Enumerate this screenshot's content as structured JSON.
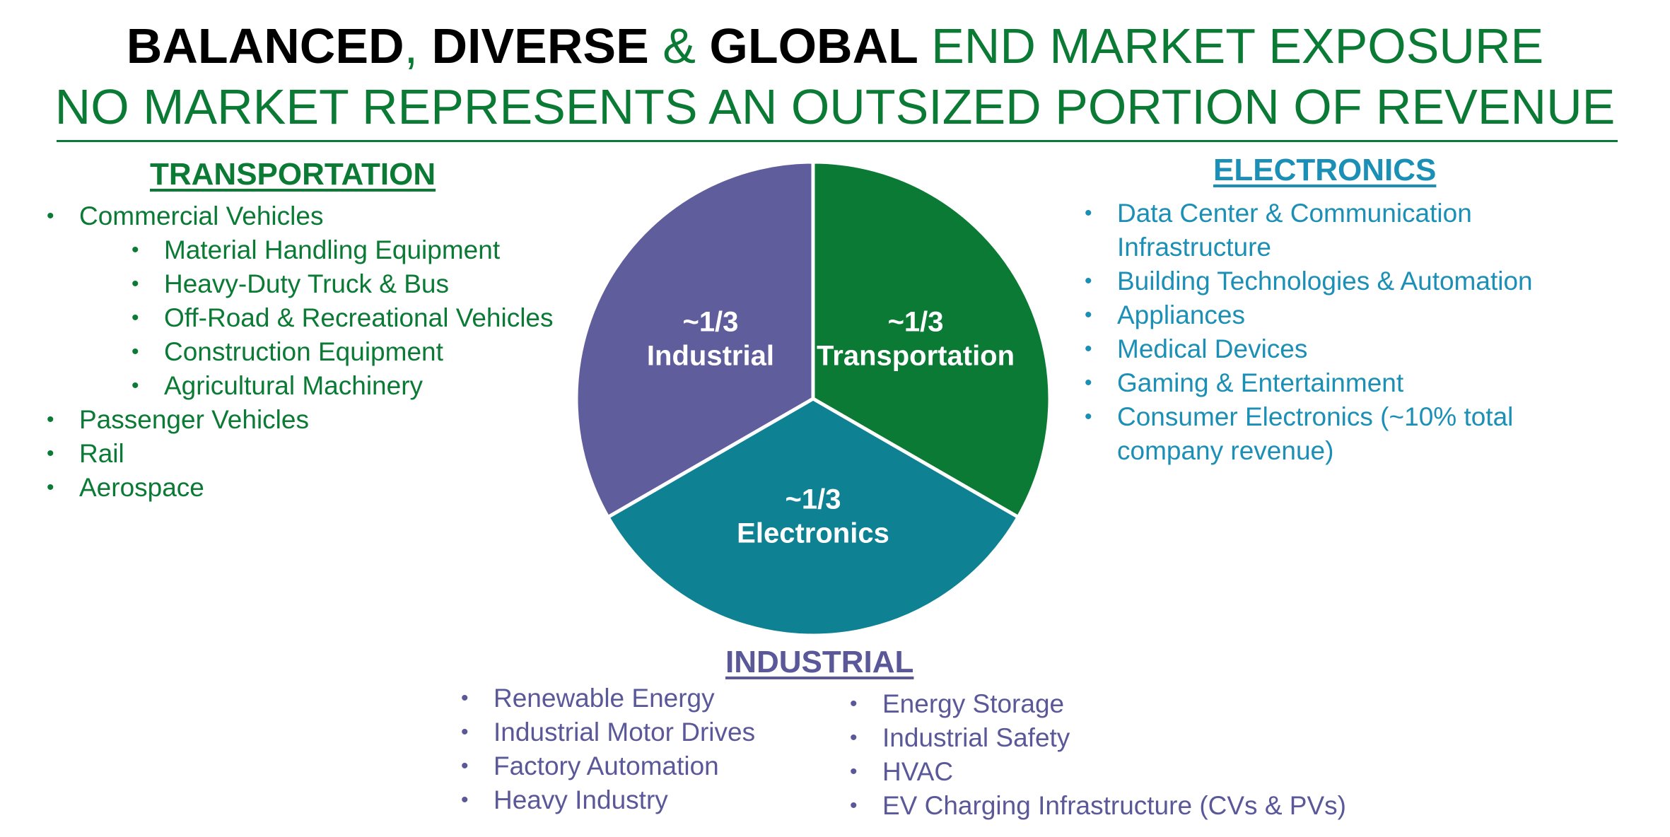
{
  "header": {
    "title_parts": [
      {
        "text": "BALANCED",
        "bold": true,
        "color": "#000000"
      },
      {
        "text": ", ",
        "bold": false,
        "color": "#0a7a35"
      },
      {
        "text": "DIVERSE ",
        "bold": true,
        "color": "#000000"
      },
      {
        "text": "& ",
        "bold": false,
        "color": "#0a7a35"
      },
      {
        "text": "GLOBAL ",
        "bold": true,
        "color": "#000000"
      },
      {
        "text": "END MARKET EXPOSURE",
        "bold": false,
        "color": "#0a7a35"
      }
    ],
    "subtitle": "NO MARKET REPRESENTS AN OUTSIZED PORTION OF REVENUE"
  },
  "colors": {
    "transportation": "#0a7a35",
    "electronics": "#0e8193",
    "industrial": "#5f5d9b",
    "electronics_text": "#1b8fb5",
    "industrial_text": "#5a5898"
  },
  "chart_data": {
    "type": "pie",
    "slices": [
      {
        "category": "Transportation",
        "label_value": "~1/3",
        "value": 33.3,
        "color": "#0a7a35"
      },
      {
        "category": "Electronics",
        "label_value": "~1/3",
        "value": 33.3,
        "color": "#0e8193"
      },
      {
        "category": "Industrial",
        "label_value": "~1/3",
        "value": 33.3,
        "color": "#5f5d9b"
      }
    ]
  },
  "transportation": {
    "heading": "TRANSPORTATION",
    "items": [
      {
        "text": "Commercial Vehicles",
        "level": 0
      },
      {
        "text": "Material Handling Equipment",
        "level": 1
      },
      {
        "text": "Heavy-Duty Truck & Bus",
        "level": 1
      },
      {
        "text": "Off-Road & Recreational Vehicles",
        "level": 1
      },
      {
        "text": "Construction Equipment",
        "level": 1
      },
      {
        "text": "Agricultural Machinery",
        "level": 1
      },
      {
        "text": "Passenger Vehicles",
        "level": 0
      },
      {
        "text": "Rail",
        "level": 0
      },
      {
        "text": "Aerospace",
        "level": 0
      }
    ]
  },
  "electronics": {
    "heading": "ELECTRONICS",
    "items": [
      "Data Center & Communication Infrastructure",
      "Building Technologies & Automation",
      "Appliances",
      "Medical Devices",
      "Gaming & Entertainment",
      "Consumer Electronics (~10% total company revenue)"
    ]
  },
  "industrial": {
    "heading": "INDUSTRIAL",
    "items_left": [
      "Renewable Energy",
      "Industrial Motor Drives",
      "Factory Automation",
      "Heavy Industry"
    ],
    "items_right": [
      "Energy Storage",
      "Industrial Safety",
      "HVAC",
      "EV Charging Infrastructure (CVs & PVs)"
    ]
  }
}
